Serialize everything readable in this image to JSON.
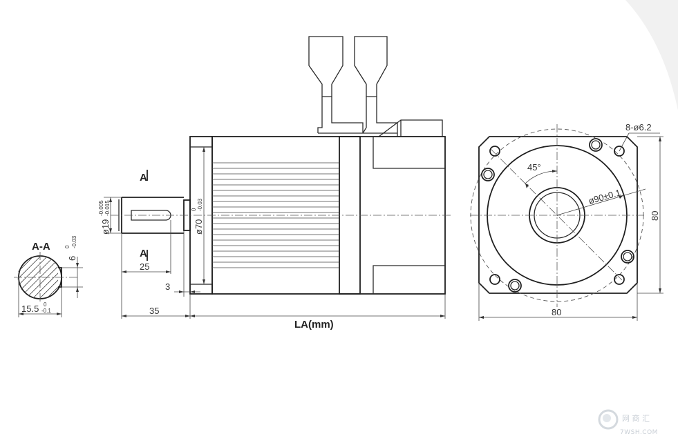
{
  "side_view": {
    "title": "LA(mm)",
    "dim_shaft_length": "25",
    "dim_flange_to_shaft": "35",
    "dim_flange_thickness": "3",
    "dim_shaft_dia": "ø19",
    "dim_shaft_dia_tol_upper": "-0.005",
    "dim_shaft_dia_tol_lower": "-0.015",
    "dim_spigot_dia": "ø70",
    "dim_spigot_tol_upper": "0",
    "dim_spigot_tol_lower": "-0.03",
    "section_mark_top": "A",
    "section_mark_bottom": "A"
  },
  "section_view": {
    "label": "A-A",
    "dim_key_width": "6",
    "dim_key_tol_upper": "0",
    "dim_key_tol_lower": "-0.03",
    "dim_key_depth": "15.5",
    "dim_key_depth_tol_upper": "0",
    "dim_key_depth_tol_lower": "-0.1"
  },
  "front_view": {
    "dim_holes": "8-ø6.2",
    "dim_angle": "45°",
    "dim_pcd": "ø90±0.1",
    "dim_width": "80",
    "dim_height": "80"
  },
  "watermark": {
    "cn": "网 商 汇",
    "url": "7WSH.COM"
  }
}
